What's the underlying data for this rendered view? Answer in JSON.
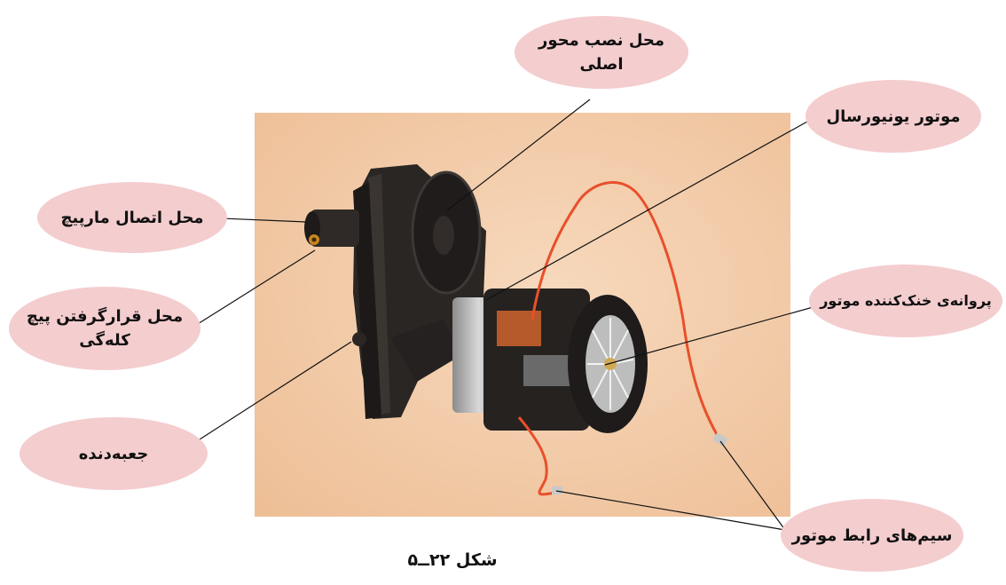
{
  "labels": {
    "main_axis": "محل نصب محور اصلی",
    "universal_motor": "موتور یونیورسال",
    "spiral_connection": "محل اتصال مارپیچ",
    "cooling_fan": "پروانه‌ی خنک‌کننده موتور",
    "screw_location_line1": "محل قرارگرفتن پیچ",
    "screw_location_line2": "کله‌گی",
    "gearbox": "جعبه‌دنده",
    "motor_wires": "سیم‌های رابط موتور"
  },
  "caption": "شکل ۲۲ــ۵",
  "colors": {
    "bubble": "#f4cdcf",
    "photo_background": "#f2c9a3",
    "motor_housing": "#222222",
    "wire": "#e8502a",
    "leader_line": "#111111"
  }
}
